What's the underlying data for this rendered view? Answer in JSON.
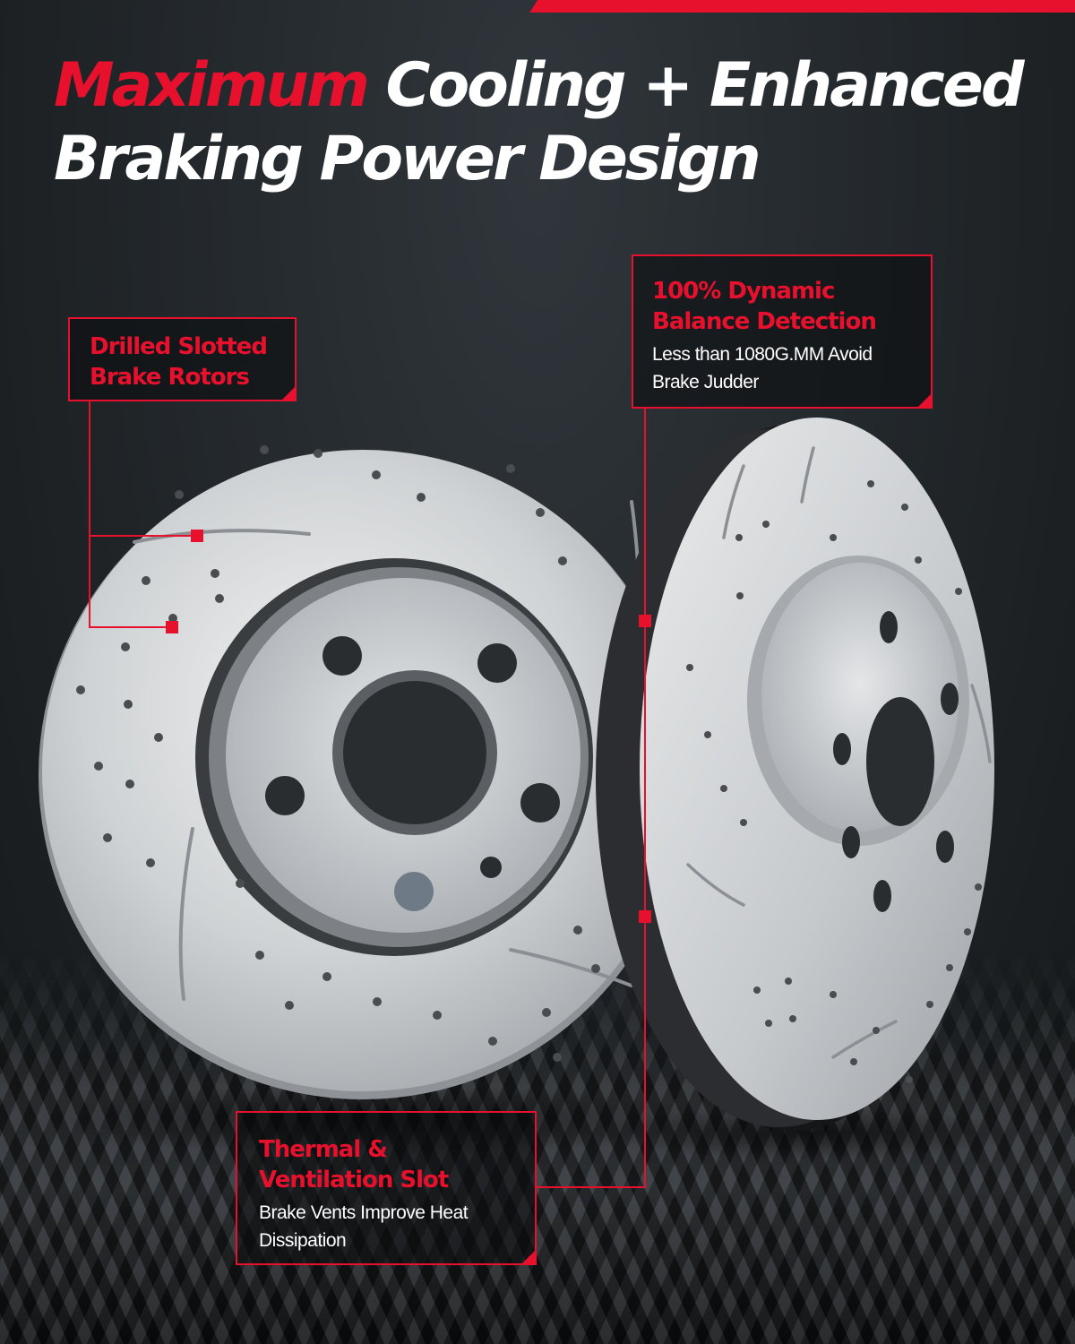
{
  "headline": {
    "accent": "Maximum",
    "rest_line1": " Cooling + Enhanced",
    "line2": "Braking Power Design"
  },
  "callouts": [
    {
      "title_line1": "Drilled Slotted",
      "title_line2": "Brake Rotors"
    },
    {
      "title_line1": "100% Dynamic",
      "title_line2": "Balance Detection",
      "desc_line1": "Less than 1080G.MM Avoid",
      "desc_line2": "Brake Judder"
    },
    {
      "title_line1": "Thermal &",
      "title_line2": "Ventilation Slot",
      "desc_line1": "Brake Vents Improve Heat",
      "desc_line2": "Dissipation"
    }
  ],
  "colors": {
    "accent_red": "#e8112d",
    "background": "#202428",
    "text_white": "#ffffff",
    "rotor_silver": "#c9ccce"
  },
  "icons": {
    "product": "brake-rotor-pair"
  }
}
